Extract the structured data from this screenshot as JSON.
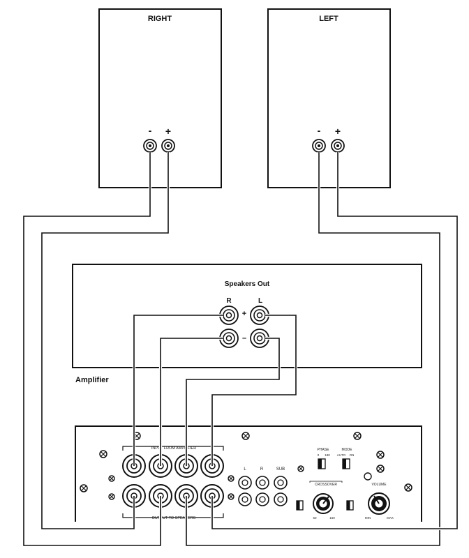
{
  "speakers": {
    "right": {
      "label": "RIGHT",
      "minus": "-",
      "plus": "+"
    },
    "left": {
      "label": "LEFT",
      "minus": "-",
      "plus": "+"
    }
  },
  "amplifier": {
    "label": "Amplifier",
    "speakers_out": {
      "title": "Speakers Out",
      "r": "R",
      "l": "L",
      "plus": "+",
      "minus": "–"
    }
  },
  "rear_panel": {
    "input_label": "INPUT FROM AMPLIFIER",
    "output_label": "OUTPUT TO SPEAKERS",
    "mid_labels": [
      "L",
      "R",
      "SUB"
    ],
    "small_labels": [
      "PHASE",
      "MODE",
      "0",
      "180",
      "AUTO",
      "ON",
      "CROSSOVER",
      "VOLUME",
      "50",
      "160",
      "MIN",
      "MAX"
    ]
  },
  "colors": {
    "line": "#111111",
    "background": "#ffffff"
  }
}
